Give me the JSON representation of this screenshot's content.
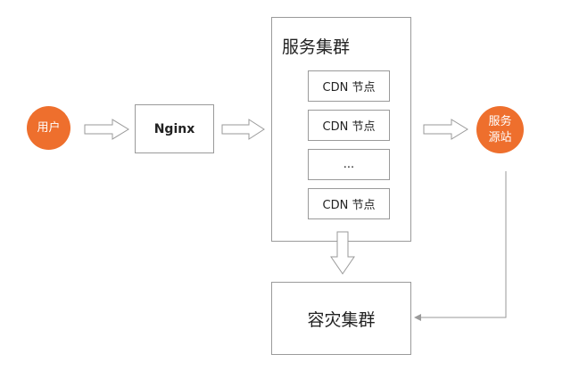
{
  "diagram": {
    "user_label": "用户",
    "nginx_label": "Nginx",
    "cluster_title": "服务集群",
    "cdn_nodes": [
      "CDN 节点",
      "CDN 节点",
      "...",
      "CDN 节点"
    ],
    "origin_label_line1": "服务",
    "origin_label_line2": "源站",
    "dr_cluster_label": "容灾集群"
  },
  "colors": {
    "accent": "#ee6f2d",
    "border": "#9a9a9a"
  }
}
